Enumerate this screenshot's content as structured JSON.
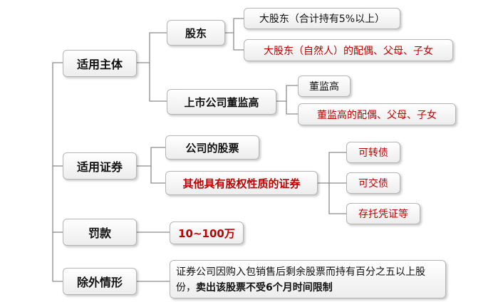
{
  "diagram": {
    "main": {
      "subject": "适用主体",
      "securities": "适用证券",
      "fine": "罚款",
      "exception": "除外情形"
    },
    "subject": {
      "shareholder": "股东",
      "executives": "上市公司董监高"
    },
    "shareholder_items": {
      "major": "大股东（合计持有5%以上）",
      "relatives": "大股东（自然人）的配偶、父母、子女"
    },
    "executive_items": {
      "exec": "董监高",
      "relatives": "董监高的配偶、父母、子女"
    },
    "securities": {
      "stock": "公司的股票",
      "equity_like": "其他具有股权性质的证券"
    },
    "equity_items": {
      "convertible": "可转债",
      "exchangeable": "可交债",
      "depositary": "存托凭证等"
    },
    "fine": {
      "amount": "10~100万"
    },
    "exception": {
      "text_normal": "证券公司因购入包销售后剩余股票而持有百分之五以上股份，",
      "text_bold": "卖出该股票不受6个月时间限制"
    }
  },
  "colors": {
    "line": "#8c8c8c",
    "highlight_red": "#c00000",
    "text": "#111111"
  }
}
